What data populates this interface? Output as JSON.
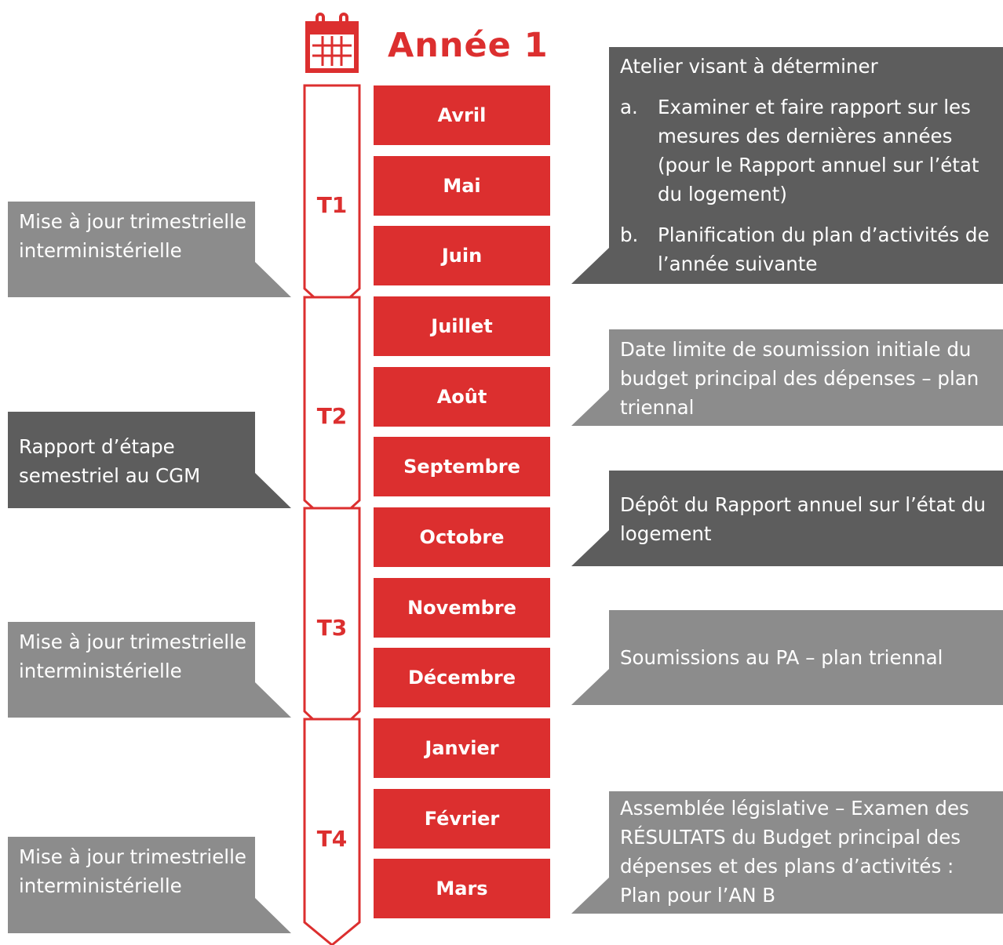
{
  "title": "Année 1",
  "colors": {
    "accent": "#dc2f2f",
    "callout_dark": "#5d5d5d",
    "callout_light": "#8c8c8c",
    "text_on_dark": "#ffffff"
  },
  "icons": {
    "header": "calendar-icon"
  },
  "quarters": [
    "T1",
    "T2",
    "T3",
    "T4"
  ],
  "months": [
    "Avril",
    "Mai",
    "Juin",
    "Juillet",
    "Août",
    "Septembre",
    "Octobre",
    "Novembre",
    "Décembre",
    "Janvier",
    "Février",
    "Mars"
  ],
  "left_callouts": [
    "Mise à jour trimestrielle interministérielle",
    "Rapport d’étape semestriel au CGM",
    "Mise à jour trimestrielle interministérielle",
    "Mise à jour trimestrielle interministérielle"
  ],
  "right_callouts": {
    "workshop": {
      "intro": "Atelier visant à déterminer",
      "items": [
        {
          "marker": "a.",
          "text": "Examiner et faire rapport sur les mesures des dernières années (pour le Rapport annuel sur l’état du logement)"
        },
        {
          "marker": "b.",
          "text": "Planification du plan d’activités de l’année suivante"
        }
      ]
    },
    "budget_deadline": "Date limite de soumission initiale du budget principal des dépenses – plan triennal",
    "annual_report": "Dépôt du Rapport annuel sur l’état du logement",
    "pa_submissions": "Soumissions au PA – plan triennal",
    "assembly_review": "Assemblée législative – Examen des RÉSULTATS du Budget principal des dépenses et des plans d’activités : Plan pour l’AN B"
  }
}
